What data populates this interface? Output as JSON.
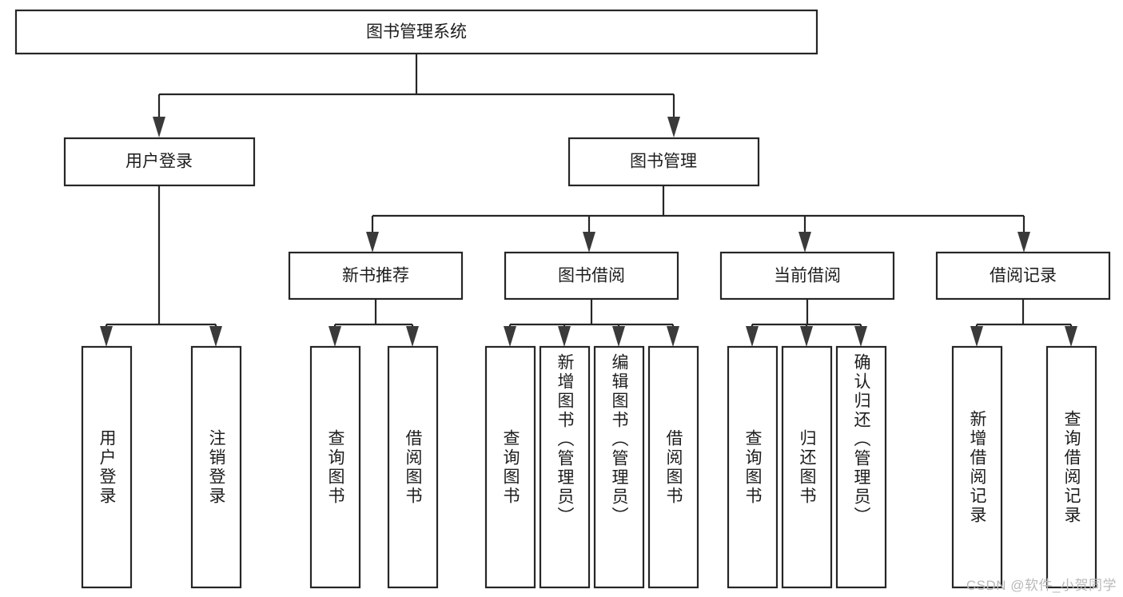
{
  "diagram": {
    "type": "tree-hierarchy",
    "title": "图书管理系统",
    "watermark": "CSDN @软件_小贺同学",
    "colors": {
      "box_stroke": "#262626",
      "box_fill": "#ffffff",
      "connector": "#262626",
      "arrow": "#3a3a3a",
      "text": "#1d1d1d",
      "watermark": "#b9b9b9",
      "background": "#ffffff"
    },
    "root": {
      "label": "图书管理系统"
    },
    "level2": [
      {
        "label": "用户登录"
      },
      {
        "label": "图书管理"
      }
    ],
    "level3": [
      {
        "label": "新书推荐"
      },
      {
        "label": "图书借阅"
      },
      {
        "label": "当前借阅"
      },
      {
        "label": "借阅记录"
      }
    ],
    "leaves": {
      "user_login": [
        {
          "label": "用户登录"
        },
        {
          "label": "注销登录"
        }
      ],
      "new_book_recommend": [
        {
          "label": "查询图书"
        },
        {
          "label": "借阅图书"
        }
      ],
      "book_borrow": [
        {
          "label": "查询图书"
        },
        {
          "label": "新增图书（管理员）"
        },
        {
          "label": "编辑图书（管理员）"
        },
        {
          "label": "借阅图书"
        }
      ],
      "current_borrow": [
        {
          "label": "查询图书"
        },
        {
          "label": "归还图书"
        },
        {
          "label": "确认归还（管理员）"
        }
      ],
      "borrow_record": [
        {
          "label": "新增借阅记录"
        },
        {
          "label": "查询借阅记录"
        }
      ]
    }
  }
}
